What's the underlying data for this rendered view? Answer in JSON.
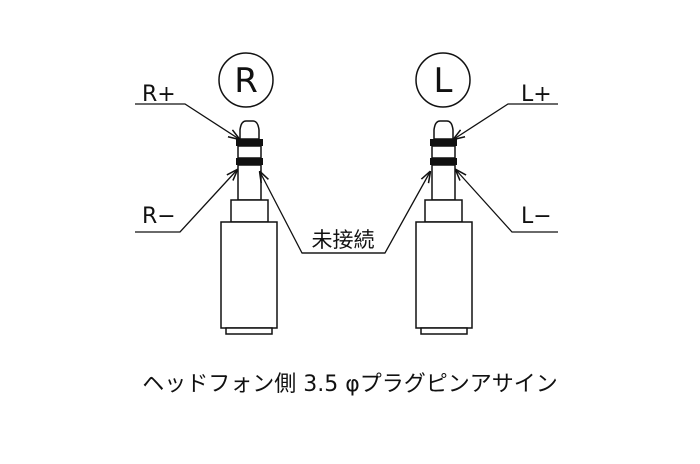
{
  "channels": {
    "right": "R",
    "left": "L"
  },
  "pins": {
    "r_plus": "R+",
    "r_minus": "R−",
    "l_plus": "L+",
    "l_minus": "L−"
  },
  "unconnected_label": "未接続",
  "caption": "ヘッドフォン側 3.5 φプラグピンアサイン"
}
